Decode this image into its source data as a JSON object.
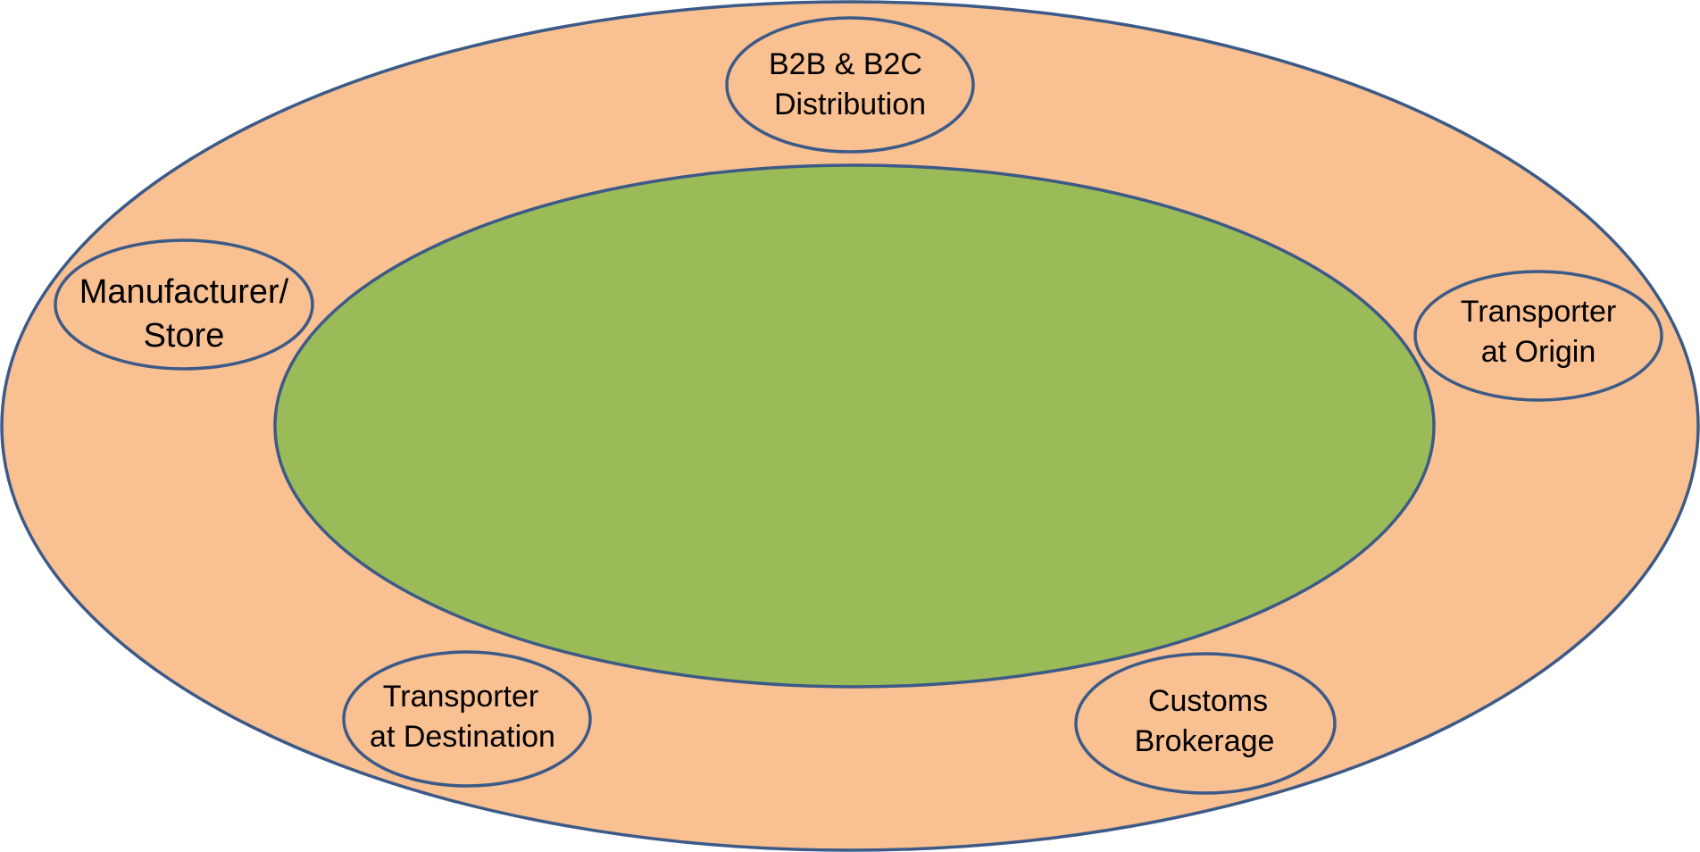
{
  "colors": {
    "outer_fill": "#f9c091",
    "inner_fill": "#9bbb59",
    "outline": "#3c5a88",
    "text": "#000000"
  },
  "nodes": [
    {
      "id": "b2b-b2c-distribution",
      "line1": "B2B & B2C",
      "line2": "Distribution"
    },
    {
      "id": "manufacturer-store",
      "line1": "Manufacturer/",
      "line2": "Store"
    },
    {
      "id": "transporter-origin",
      "line1": "Transporter",
      "line2": "at Origin"
    },
    {
      "id": "transporter-destination",
      "line1": "Transporter",
      "line2": "at Destination"
    },
    {
      "id": "customs-brokerage",
      "line1": "Customs",
      "line2": "Brokerage"
    }
  ]
}
